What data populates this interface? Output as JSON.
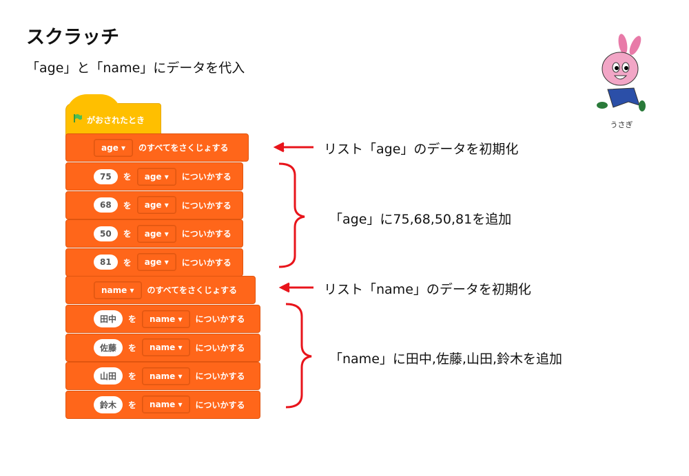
{
  "title": "スクラッチ",
  "subtitle": "「age」と「name」にデータを代入",
  "mascot": {
    "label": "うさぎ"
  },
  "script": {
    "hat": "がおされたとき",
    "age_delete": {
      "list": "age",
      "text": "のすべてをさくじょする"
    },
    "age_adds": [
      {
        "value": "75",
        "wo": "を",
        "list": "age",
        "text": "についかする"
      },
      {
        "value": "68",
        "wo": "を",
        "list": "age",
        "text": "についかする"
      },
      {
        "value": "50",
        "wo": "を",
        "list": "age",
        "text": "についかする"
      },
      {
        "value": "81",
        "wo": "を",
        "list": "age",
        "text": "についかする"
      }
    ],
    "name_delete": {
      "list": "name",
      "text": "のすべてをさくじょする"
    },
    "name_adds": [
      {
        "value": "田中",
        "wo": "を",
        "list": "name",
        "text": "についかする"
      },
      {
        "value": "佐藤",
        "wo": "を",
        "list": "name",
        "text": "についかする"
      },
      {
        "value": "山田",
        "wo": "を",
        "list": "name",
        "text": "についかする"
      },
      {
        "value": "鈴木",
        "wo": "を",
        "list": "name",
        "text": "についかする"
      }
    ]
  },
  "annotations": {
    "age_init": "リスト「age」のデータを初期化",
    "age_add": "「age」に75,68,50,81を追加",
    "name_init": "リスト「name」のデータを初期化",
    "name_add": "「name」に田中,佐藤,山田,鈴木を追加"
  },
  "colors": {
    "hat": "#ffbf00",
    "list_block": "#ff661a",
    "annotation": "#e8141b"
  }
}
